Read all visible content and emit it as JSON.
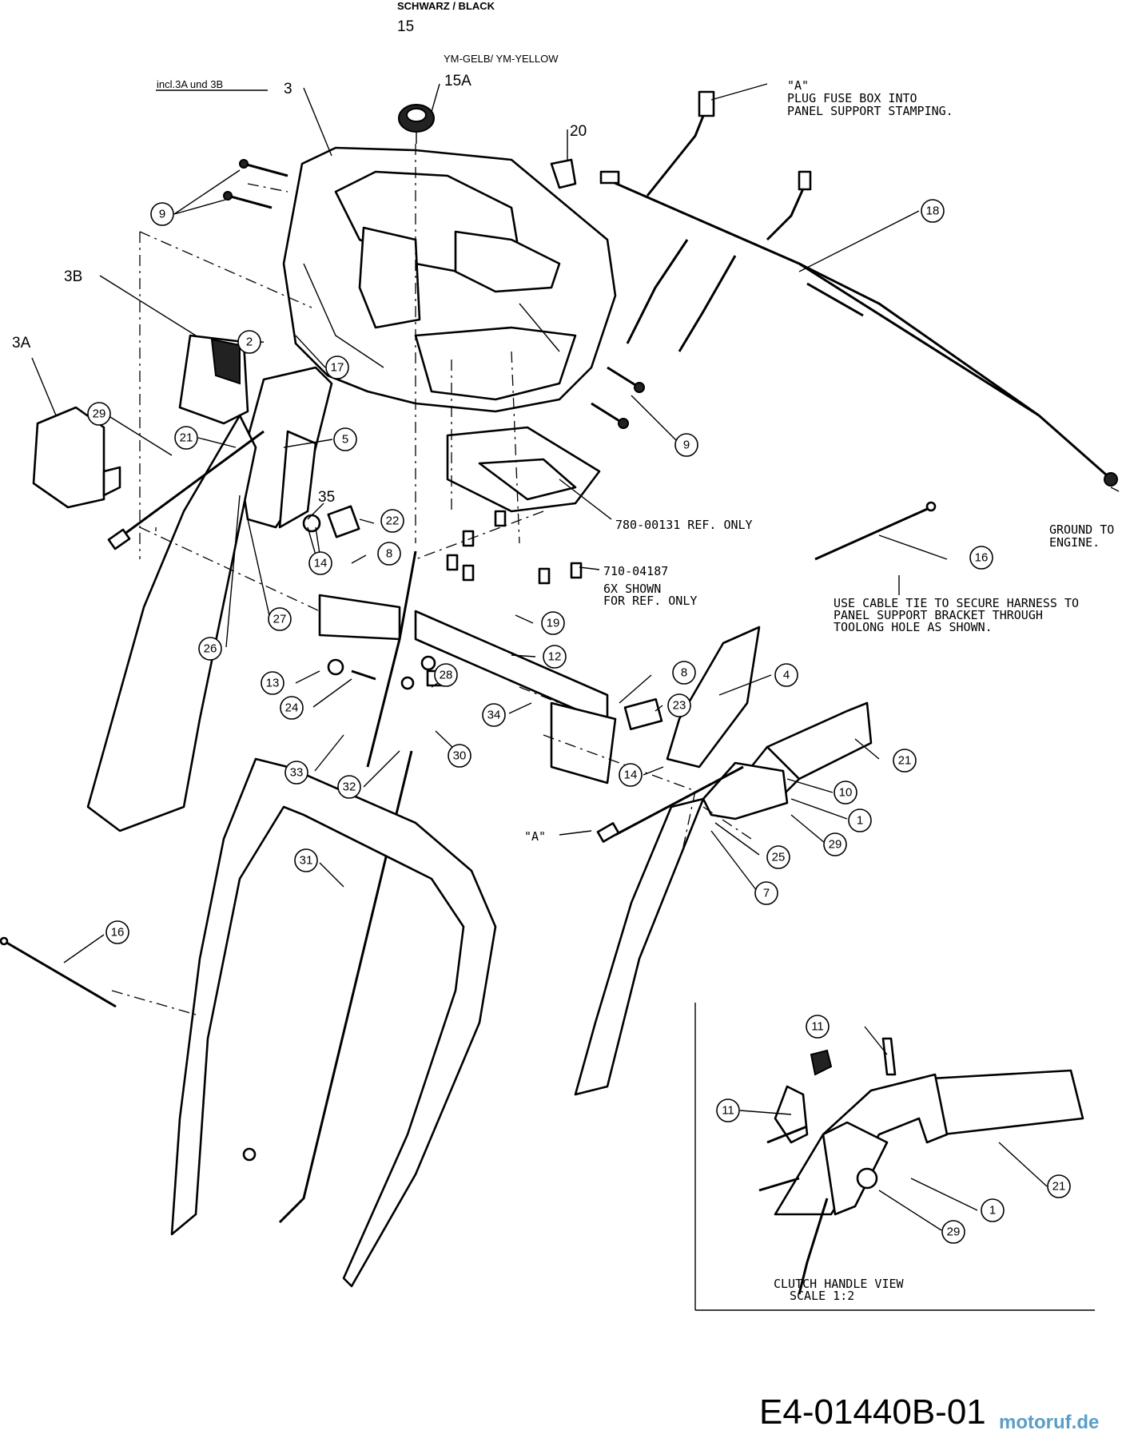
{
  "notes": {
    "black": "SCHWARZ / BLACK",
    "yellow": "YM-GELB/ YM-YELLOW",
    "incl": "incl.3A und 3B",
    "plug_fuse_line1": "\"A\"",
    "plug_fuse_line2": "PLUG FUSE BOX INTO",
    "plug_fuse_line3": "PANEL SUPPORT STAMPING.",
    "ground_line1": "GROUND TO",
    "ground_line2": "ENGINE.",
    "ref780": "780-00131 REF. ONLY",
    "ref710_line1": "710-04187",
    "ref710_line2": "6X SHOWN",
    "ref710_line3": "FOR REF. ONLY",
    "cable_tie_line1": "USE CABLE TIE TO SECURE HARNESS TO",
    "cable_tie_line2": "PANEL SUPPORT BRACKET THROUGH",
    "cable_tie_line3": "TOOLONG HOLE AS SHOWN.",
    "ref_a": "\"A\"",
    "clutch_line1": "CLUTCH HANDLE VIEW",
    "clutch_line2": "SCALE 1:2"
  },
  "plain_labels": {
    "p15": "15",
    "p15a": "15A",
    "p3": "3",
    "p20": "20",
    "p3b": "3B",
    "p3a": "3A",
    "p35": "35"
  },
  "balloons": {
    "b9a": "9",
    "b17": "17",
    "b2": "2",
    "b29a": "29",
    "b21a": "21",
    "b5": "5",
    "b22": "22",
    "b8a": "8",
    "b14a": "14",
    "b27": "27",
    "b26": "26",
    "b19": "19",
    "b12": "12",
    "b13": "13",
    "b24": "24",
    "b28": "28",
    "b30": "30",
    "b33": "33",
    "b32": "32",
    "b34": "34",
    "b8b": "8",
    "b23": "23",
    "b14b": "14",
    "b4": "4",
    "b21b": "21",
    "b10": "10",
    "b1a": "1",
    "b29b": "29",
    "b25": "25",
    "b7": "7",
    "b31": "31",
    "b16a": "16",
    "b16b": "16",
    "b18": "18",
    "b9b": "9",
    "b11a": "11",
    "b11b": "11",
    "b21c": "21",
    "b1b": "1",
    "b29c": "29"
  },
  "drawing_number": "E4-01440B-01",
  "watermark": "motoruf.de"
}
